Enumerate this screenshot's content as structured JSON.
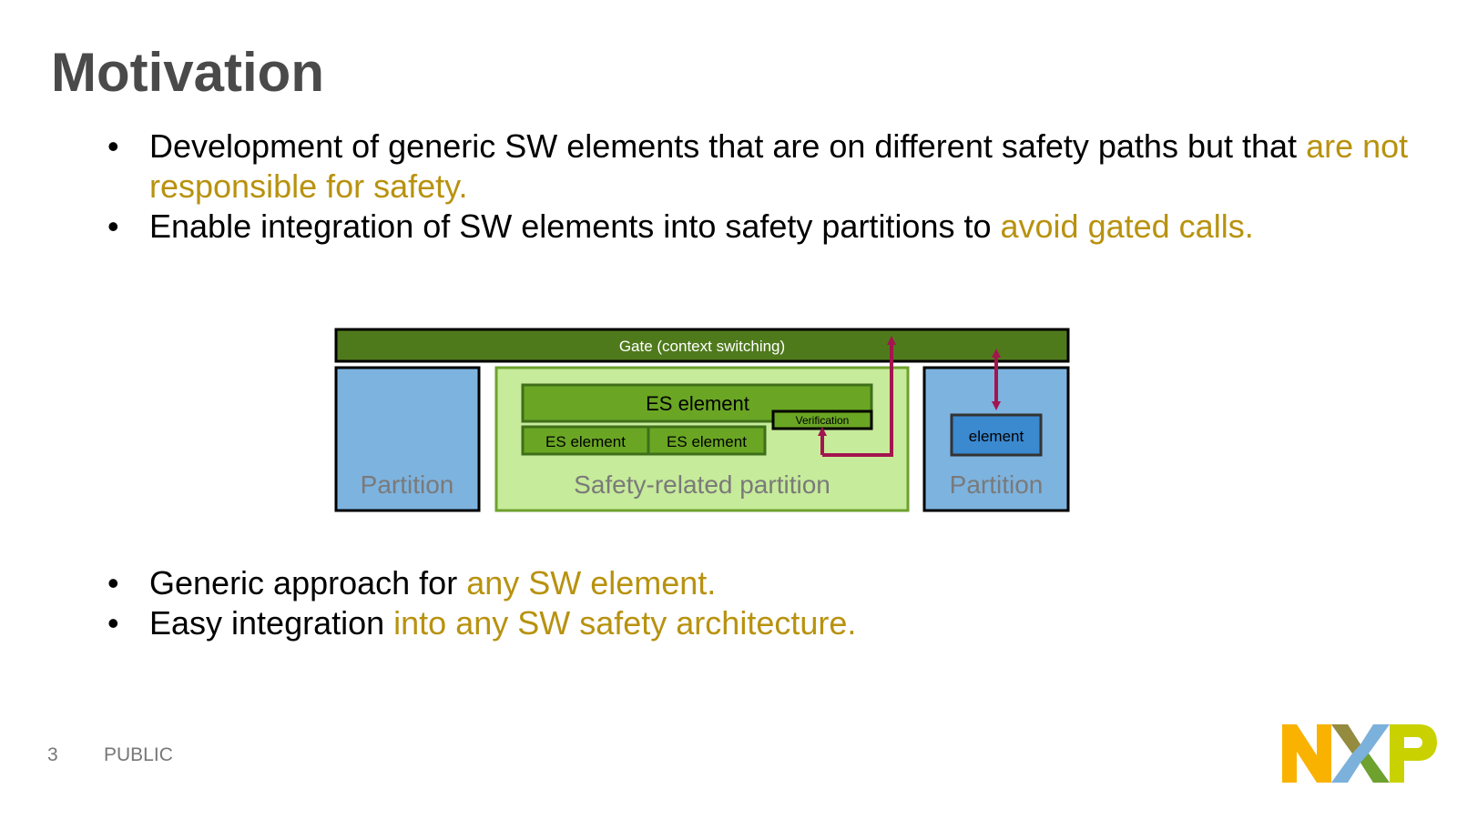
{
  "slide": {
    "title": "Motivation",
    "page_number": "3",
    "classification": "PUBLIC"
  },
  "bullets_top": [
    {
      "plain": "Development of generic SW elements that are on different safety paths but that ",
      "highlight": "are not responsible for safety."
    },
    {
      "plain": "Enable integration of SW elements into safety partitions to ",
      "highlight": "avoid gated calls."
    }
  ],
  "bullets_bottom": [
    {
      "plain": "Generic approach for ",
      "highlight": "any SW element."
    },
    {
      "plain": "Easy integration ",
      "highlight": "into any SW safety architecture."
    }
  ],
  "diagram": {
    "gate_label": "Gate (context switching)",
    "left_partition_label": "Partition",
    "safety_partition_label": "Safety-related partition",
    "right_partition_label": "Partition",
    "es_element_top": "ES element",
    "es_element_left": "ES element",
    "es_element_right": "ES element",
    "verification_label": "Verification",
    "element_label": "element"
  },
  "colors": {
    "highlight": "#b8920f",
    "gate": "#4f7a1c",
    "partition_blue": "#7db3df",
    "safety_partition": "#c6eb9a",
    "es_element": "#6aa624",
    "element_blue": "#3b89cf",
    "arrow": "#a3154f"
  }
}
